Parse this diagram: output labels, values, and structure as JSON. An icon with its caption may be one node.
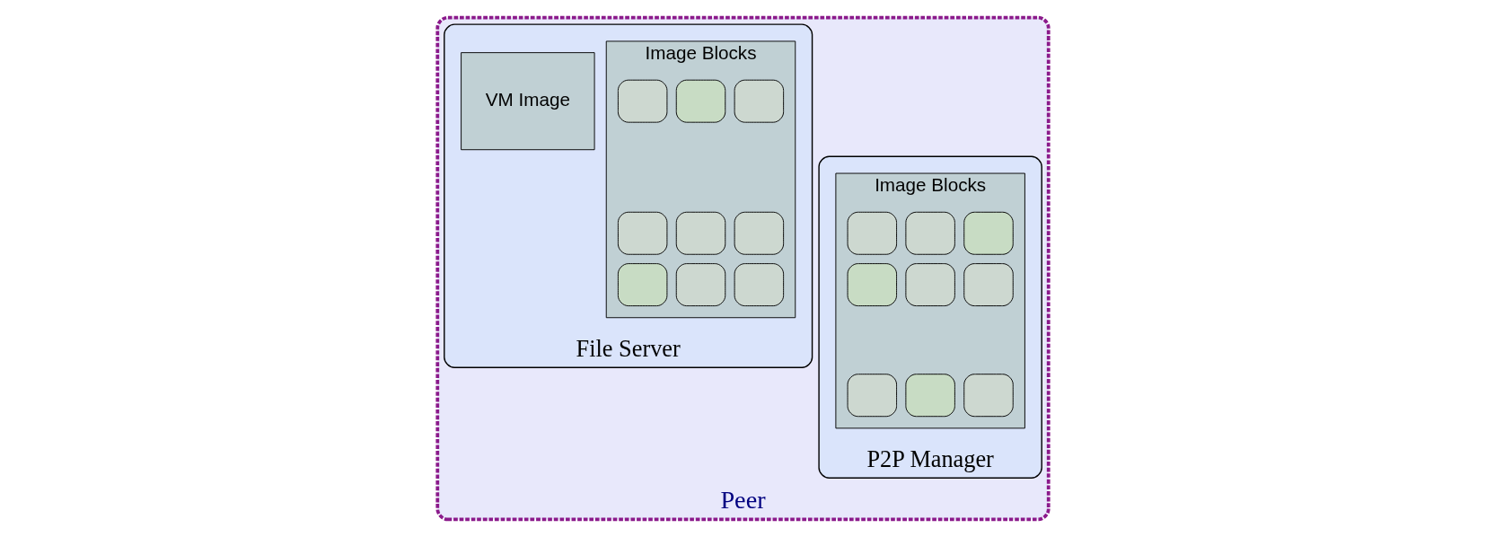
{
  "diagram": {
    "nodes": [
      {
        "text": [
          "Peer"
        ]
      },
      {
        "text": [
          "File Server"
        ],
        "in": 0
      },
      {
        "text": [
          "VM Image"
        ],
        "in": 1
      },
      {
        "text": [
          "Image Blocks"
        ],
        "in": 1
      },
      {
        "text": [],
        "shape": "box",
        "in": 3
      },
      {
        "text": [],
        "shape": "box",
        "in": 3
      },
      {
        "text": [],
        "shape": "box",
        "in": 3
      },
      {
        "text": [],
        "shape": "box",
        "in": 3
      },
      {
        "text": [],
        "shape": "box",
        "in": 3
      },
      {
        "text": [],
        "shape": "box",
        "in": 3
      },
      {
        "text": [],
        "shape": "box",
        "in": 3
      },
      {
        "text": [],
        "shape": "box",
        "in": 3
      },
      {
        "text": [],
        "shape": "box",
        "in": 3
      },
      {
        "text": [
          "P2P Manager"
        ],
        "in": 0
      },
      {
        "text": [
          "Image Blocks"
        ],
        "in": 13
      },
      {
        "text": [],
        "shape": "box",
        "in": 14
      },
      {
        "text": [],
        "shape": "box",
        "in": 14
      },
      {
        "text": [],
        "shape": "box",
        "in": 14
      },
      {
        "text": [],
        "shape": "box",
        "in": 14
      },
      {
        "text": [],
        "shape": "box",
        "in": 14
      },
      {
        "text": [],
        "shape": "box",
        "in": 14
      },
      {
        "text": [],
        "shape": "box",
        "in": 14
      },
      {
        "text": [],
        "shape": "box",
        "in": 14
      },
      {
        "text": [],
        "shape": "box",
        "in": 14
      }
    ],
    "edges": []
  }
}
